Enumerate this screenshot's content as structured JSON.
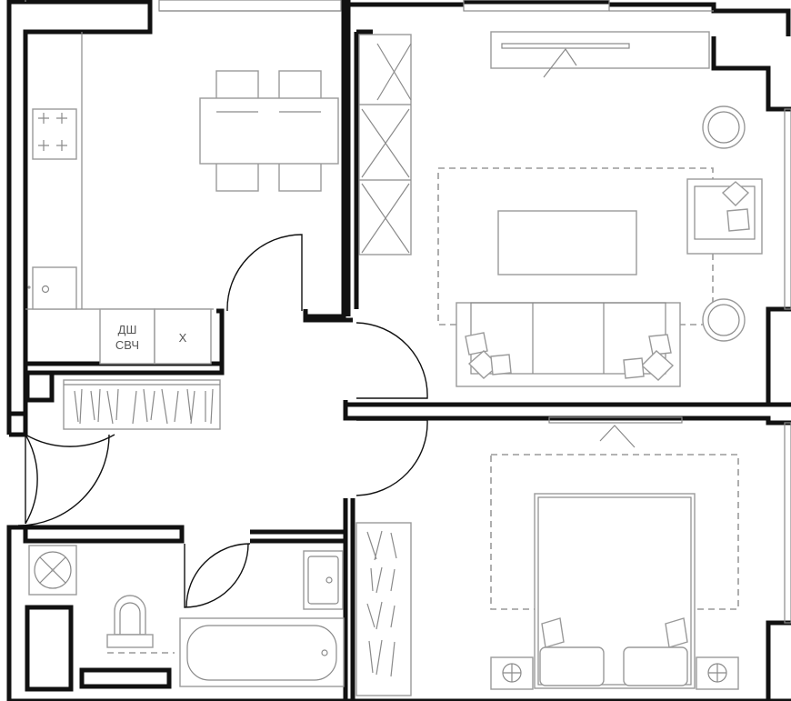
{
  "plan": {
    "kitchen_labels": {
      "dishwasher_line1": "ДШ",
      "dishwasher_line2": "СВЧ",
      "fridge_mark": "X"
    },
    "colors": {
      "wall": "#111111",
      "furniture_stroke": "#9a9a9a",
      "background": "#ffffff"
    }
  }
}
